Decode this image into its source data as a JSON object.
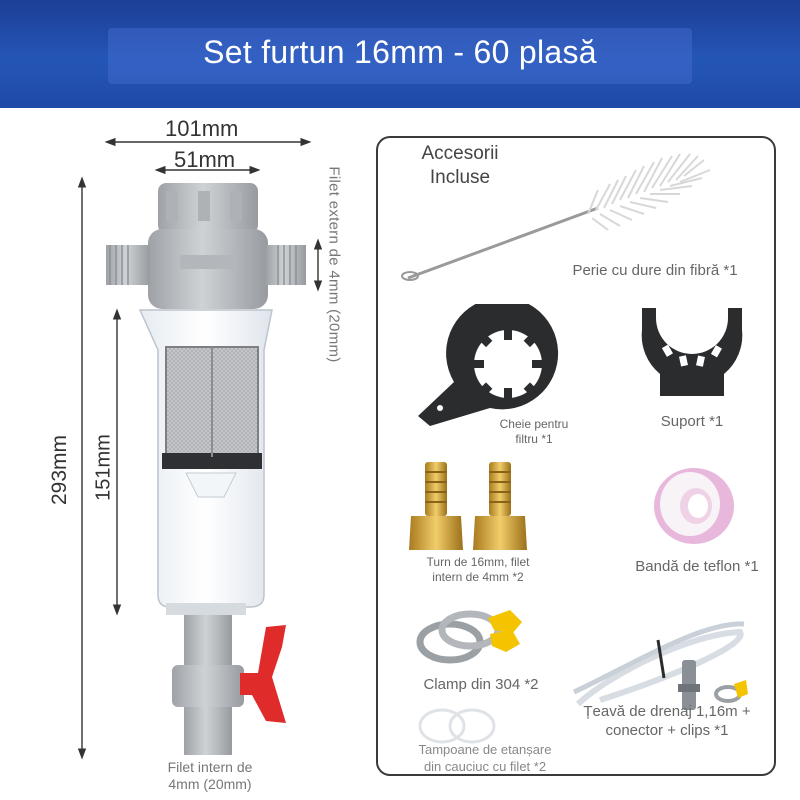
{
  "header": {
    "title": "Set furtun 16mm - 60 plasă"
  },
  "dimensions": {
    "width_total": "101mm",
    "width_inner": "51mm",
    "height_total": "293mm",
    "height_body": "151mm",
    "thread_external": "Filet extern de 4mm (20mm)",
    "thread_internal_line1": "Filet intern de",
    "thread_internal_line2": "4mm (20mm)"
  },
  "accessories": {
    "title_line1": "Accesorii",
    "title_line2": "Incluse",
    "brush": "Perie cu dure din fibră *1",
    "wrench_line1": "Cheie pentru",
    "wrench_line2": "filtru *1",
    "bracket": "Suport *1",
    "fittings_line1": "Turn de 16mm, filet",
    "fittings_line2": "intern de 4mm *2",
    "teflon": "Bandă de teflon *1",
    "clamp": "Clamp din 304 *2",
    "hose_line1": "Țeavă de drenaj 1,16m +",
    "hose_line2": "conector + clips *1",
    "gaskets_line1": "Tampoane de etanșare",
    "gaskets_line2": "din cauciuc cu filet *2"
  },
  "colors": {
    "banner": "#2456b7",
    "valve_handle": "#e02b2b",
    "filter_gray": "#b9bcc0",
    "brass": "#d4a73c",
    "teflon_pink": "#e8b7dc",
    "clamp_yellow": "#f5c400"
  }
}
